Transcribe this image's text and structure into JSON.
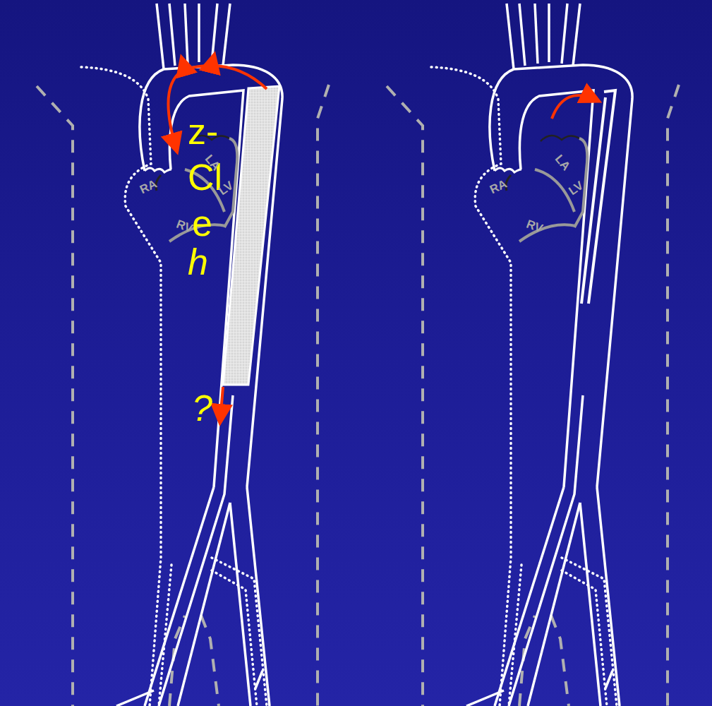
{
  "diagram": {
    "labels": [
      "z-",
      "Cl",
      "e",
      "h",
      "?",
      "RA",
      "LA",
      "LV",
      "RV",
      "RA",
      "LA",
      "LV",
      "RV"
    ]
  }
}
